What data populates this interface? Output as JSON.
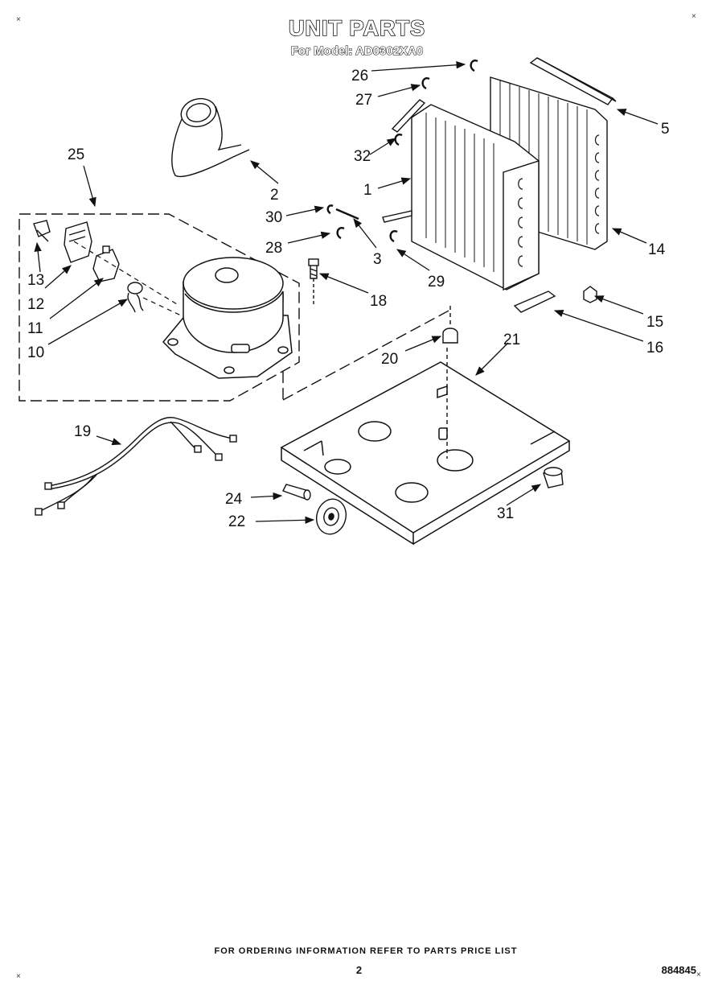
{
  "header": {
    "title": "UNIT PARTS",
    "model_line": "For Model: AD0302XA0"
  },
  "callouts": {
    "c1": "1",
    "c2": "2",
    "c3": "3",
    "c5": "5",
    "c10": "10",
    "c11": "11",
    "c12": "12",
    "c13": "13",
    "c14": "14",
    "c15": "15",
    "c16": "16",
    "c18": "18",
    "c19": "19",
    "c20": "20",
    "c21": "21",
    "c22": "22",
    "c24": "24",
    "c25": "25",
    "c26": "26",
    "c27": "27",
    "c28": "28",
    "c29": "29",
    "c30": "30",
    "c31": "31",
    "c32": "32"
  },
  "footer": {
    "ordering_note": "FOR ORDERING INFORMATION REFER TO PARTS PRICE LIST",
    "page_number": "2",
    "document_id": "884845"
  },
  "corner_marks": {
    "symbol": "×"
  }
}
